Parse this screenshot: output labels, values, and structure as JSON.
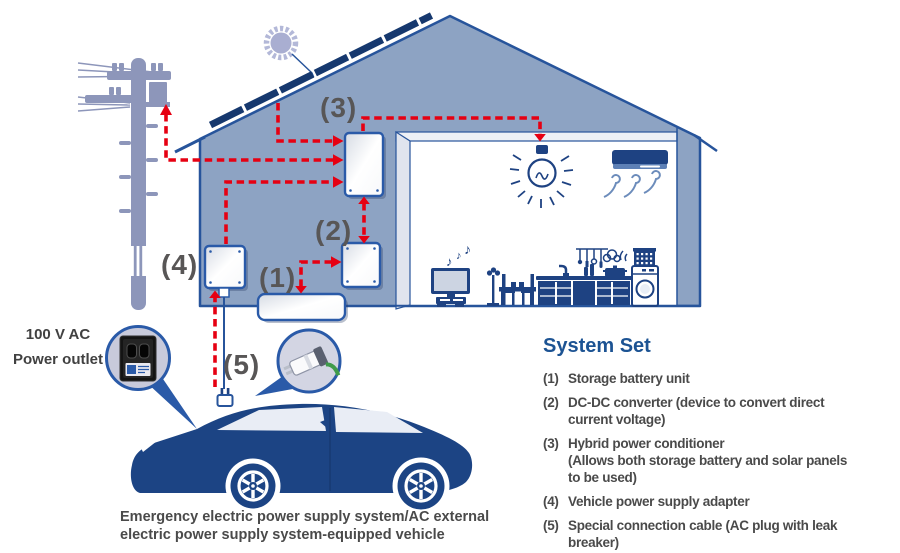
{
  "colors": {
    "wall": "#8da3c3",
    "outline": "#27549b",
    "navy": "#1e4282",
    "car": "#1c4484",
    "red": "#e60012",
    "sun": "#a9aed1",
    "sunring": "#b3b8d8",
    "pole": "#8d96ba",
    "panel": "#16386e",
    "boxstroke": "#2a5aa8",
    "labelgray": "#585656",
    "textgray": "#4a4a4a",
    "heading": "#1c5393",
    "calloutfill": "#d3d5e3",
    "cablegreen": "#3f9b4a",
    "swirlblue": "#6c8cbb"
  },
  "labels": {
    "num1": "(1)",
    "num2": "(2)",
    "num3": "(3)",
    "num4": "(4)",
    "num5": "(5)",
    "voltage": "100 V AC",
    "outlet": "Power outlet",
    "music_note": "♪"
  },
  "caption": {
    "lines": [
      "Emergency electric power supply system/AC external",
      "electric power supply system-equipped vehicle"
    ]
  },
  "legend": {
    "title": "System Set",
    "items": [
      {
        "num": "(1)",
        "lines": [
          "Storage battery unit"
        ]
      },
      {
        "num": "(2)",
        "lines": [
          "DC-DC converter (device to convert direct",
          "current voltage)"
        ]
      },
      {
        "num": "(3)",
        "lines": [
          "Hybrid power conditioner",
          "(Allows both storage battery and solar panels",
          "to be used)"
        ]
      },
      {
        "num": "(4)",
        "lines": [
          "Vehicle power supply adapter"
        ]
      },
      {
        "num": "(5)",
        "lines": [
          "Special connection cable (AC plug with leak",
          "breaker)"
        ]
      }
    ]
  }
}
